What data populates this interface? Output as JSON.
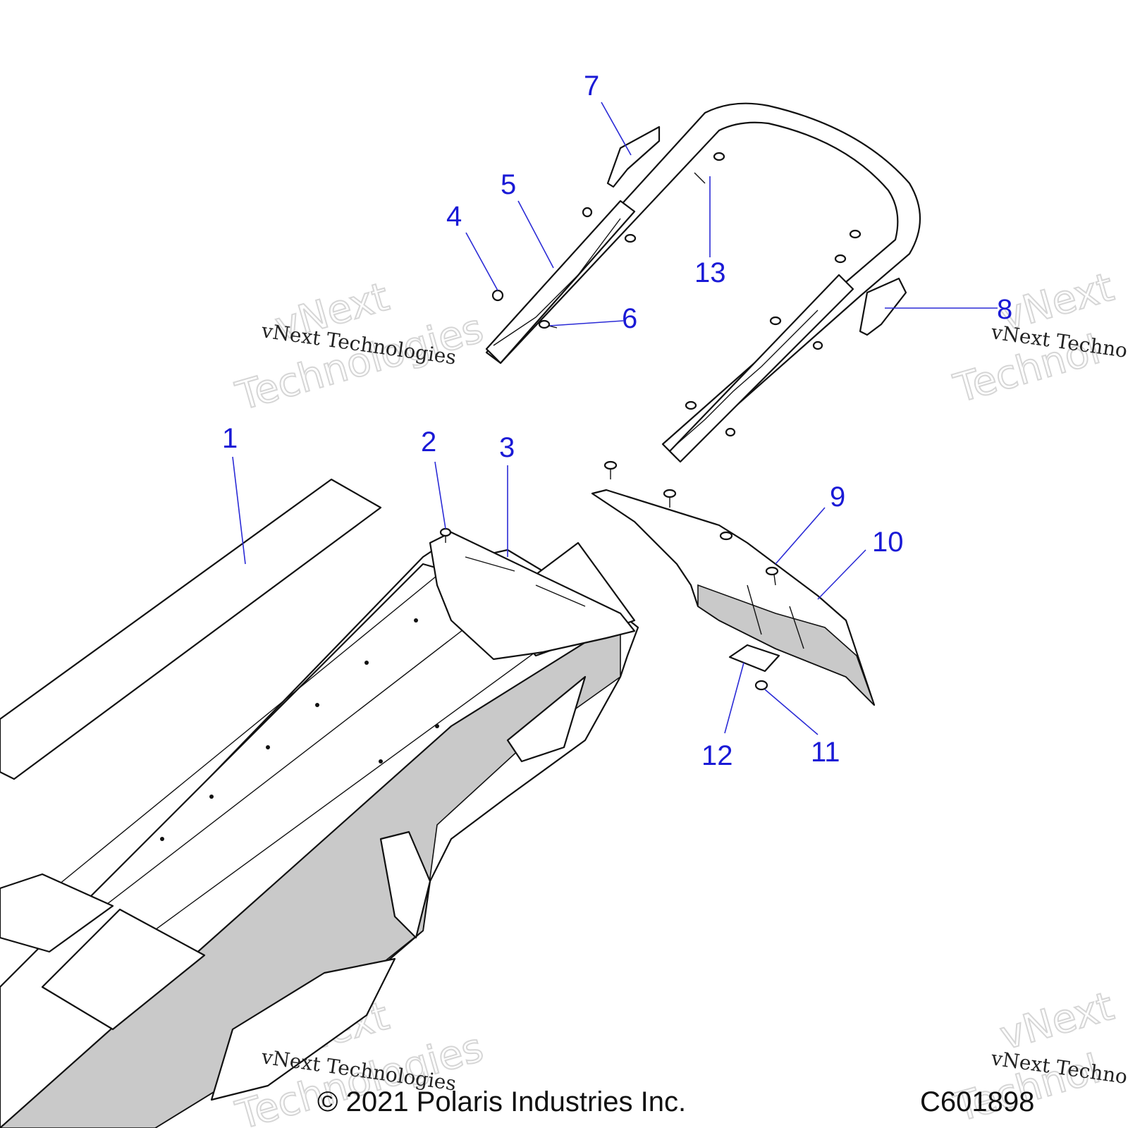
{
  "callouts": [
    {
      "id": "1",
      "label": "1"
    },
    {
      "id": "2",
      "label": "2"
    },
    {
      "id": "3",
      "label": "3"
    },
    {
      "id": "4",
      "label": "4"
    },
    {
      "id": "5",
      "label": "5"
    },
    {
      "id": "6",
      "label": "6"
    },
    {
      "id": "7",
      "label": "7"
    },
    {
      "id": "8",
      "label": "8"
    },
    {
      "id": "9",
      "label": "9"
    },
    {
      "id": "10",
      "label": "10"
    },
    {
      "id": "11",
      "label": "11"
    },
    {
      "id": "12",
      "label": "12"
    },
    {
      "id": "13",
      "label": "13"
    }
  ],
  "watermark": {
    "small_text": "vNext Technologies",
    "big_line1": "vNext",
    "big_line2": "Technologies",
    "big_line2_cut": "Technol",
    "small_text_cut": "vNext Techno"
  },
  "footer": {
    "copyright": "© 2021 Polaris Industries Inc.",
    "code": "C601898"
  },
  "colors": {
    "callout": "#1a1ad6",
    "line": "#111111",
    "shade": "#c9c9c9"
  }
}
